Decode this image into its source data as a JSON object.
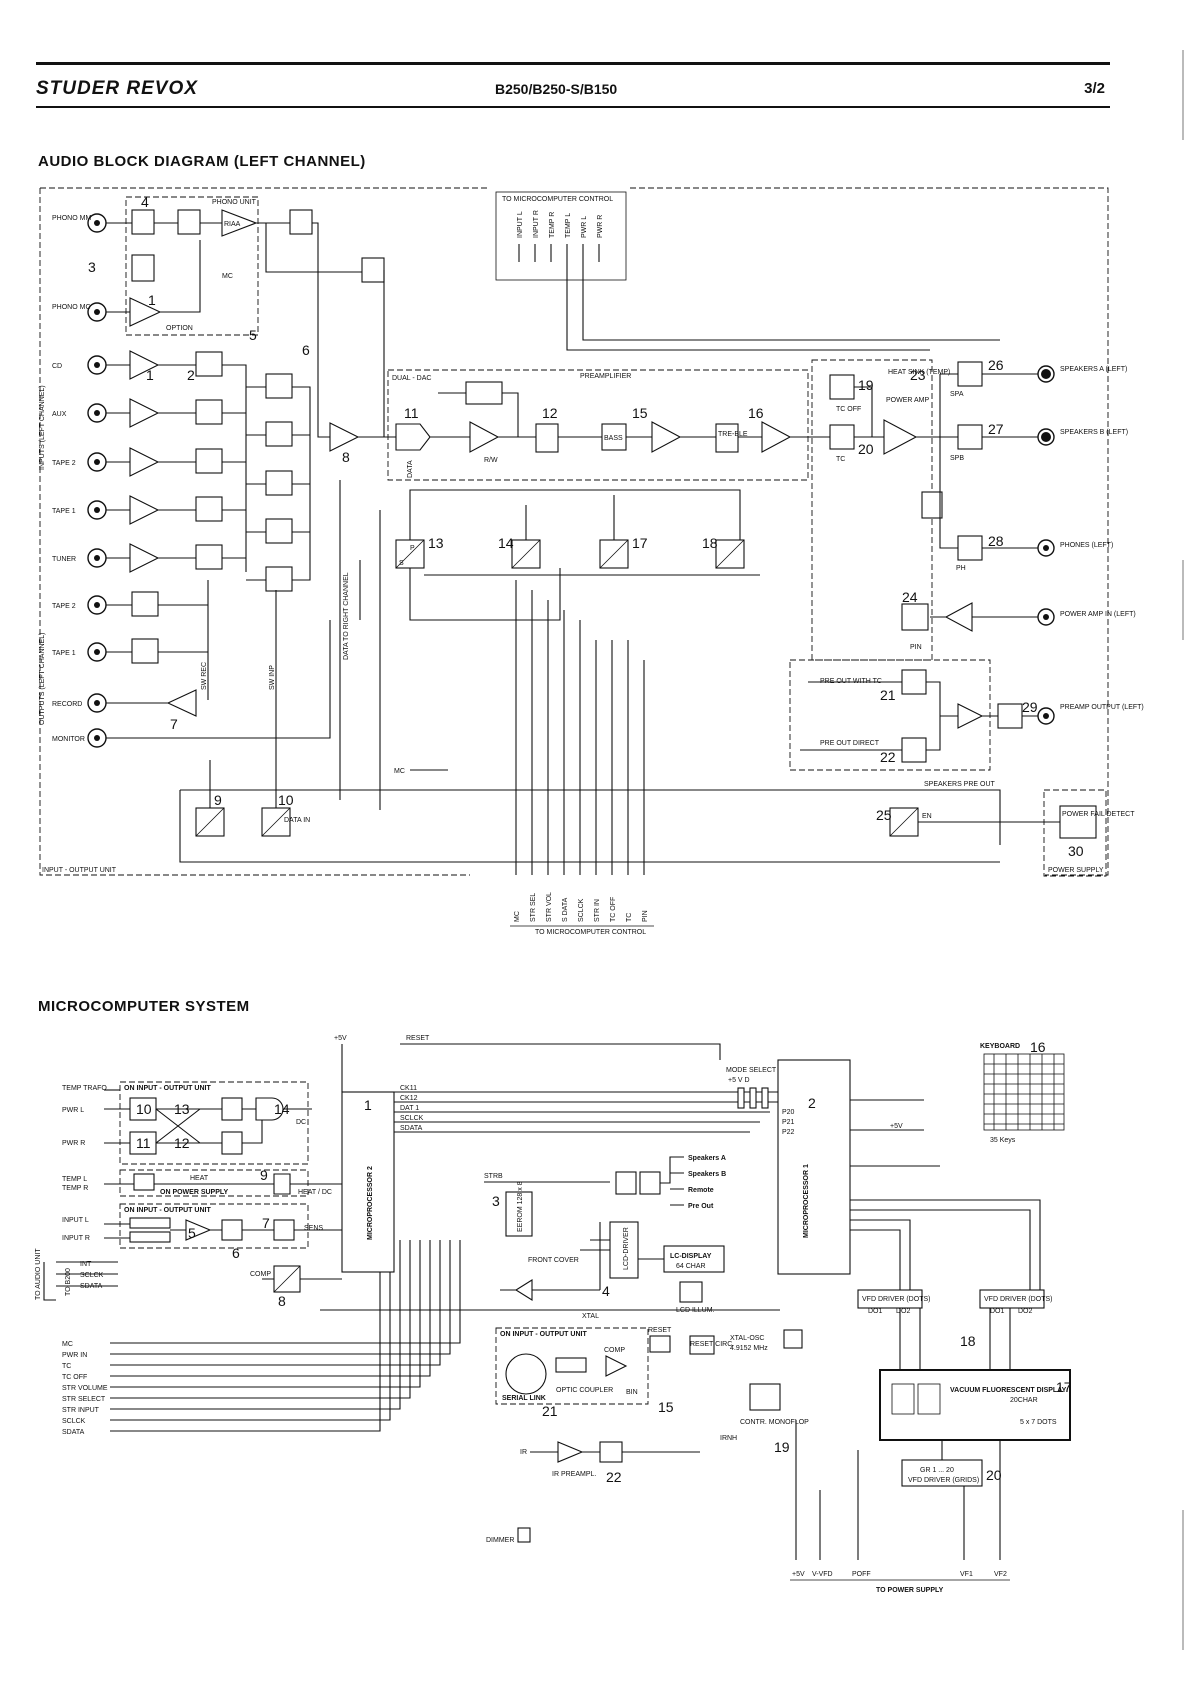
{
  "header": {
    "brand": "STUDER REVOX",
    "model": "B250/B250-S/B150",
    "page": "3/2"
  },
  "audio": {
    "title": "AUDIO BLOCK DIAGRAM (LEFT CHANNEL)",
    "inputs": [
      "PHONO MM",
      "PHONO MC",
      "CD",
      "AUX",
      "TAPE 2",
      "TAPE 1",
      "TUNER"
    ],
    "outputs": [
      "TAPE 2",
      "TAPE 1",
      "RECORD",
      "MONITOR"
    ],
    "inputs_group": "INPUTS (LEFT CHANNEL)",
    "outputs_group": "OUTPUTS (LEFT CHANNEL)",
    "phono_unit": "PHONO UNIT",
    "riaa": "RIAA",
    "mc": "MC",
    "option": "OPTION",
    "dual_dac": "DUAL - DAC",
    "preamplifier": "PREAMPLIFIER",
    "bass": "BASS",
    "treble": "TRE-BLE",
    "data": "DATA",
    "rw": "R/W",
    "heat_sink": "HEAT SINK (TEMP)",
    "power_amp": "POWER AMP",
    "tc_off": "TC OFF",
    "tc": "TC",
    "spa": "SPA",
    "spb": "SPB",
    "ph": "PH",
    "pin": "PIN",
    "speakers_a": "SPEAKERS A (LEFT)",
    "speakers_b": "SPEAKERS B (LEFT)",
    "phones": "PHONES (LEFT)",
    "power_amp_in": "POWER AMP IN (LEFT)",
    "preamp_output": "PREAMP OUTPUT (LEFT)",
    "pre_out_tc": "PRE OUT WITH TC",
    "pre_out_direct": "PRE OUT DIRECT",
    "speakers_pre_out": "SPEAKERS PRE OUT",
    "power_fail": "POWER FAIL DETECT",
    "power_supply": "POWER SUPPLY",
    "io_unit": "INPUT - OUTPUT UNIT",
    "to_micro": "TO MICROCOMPUTER CONTROL",
    "top_signals": [
      "INPUT L",
      "INPUT R",
      "TEMP R",
      "TEMP L",
      "PWR L",
      "PWR R"
    ],
    "bottom_signals": [
      "MC",
      "STR SEL",
      "STR VOL",
      "S DATA",
      "SCLCK",
      "STR IN",
      "TC OFF",
      "TC",
      "PIN"
    ],
    "data_to_right": "DATA TO RIGHT CHANNEL",
    "sw_rec": "SW REC",
    "sw_inp": "SW INP",
    "data_in": "DATA IN",
    "en": "EN",
    "p": "P",
    "s": "S",
    "numbers": [
      "1",
      "2",
      "3",
      "4",
      "5",
      "6",
      "7",
      "8",
      "9",
      "10",
      "11",
      "12",
      "13",
      "14",
      "15",
      "16",
      "17",
      "18",
      "19",
      "20",
      "21",
      "22",
      "23",
      "24",
      "25",
      "26",
      "27",
      "28",
      "29",
      "30"
    ]
  },
  "micro": {
    "title": "MICROCOMPUTER SYSTEM",
    "plus5v": "+5V",
    "reset": "RESET",
    "left_signals": [
      "TEMP TRAFO",
      "PWR L",
      "PWR R",
      "TEMP L",
      "TEMP R",
      "INPUT L",
      "INPUT R",
      "INT",
      "SCLCK",
      "SDATA"
    ],
    "to_b200": "TO B200",
    "to_audio": "TO AUDIO UNIT",
    "bus_left": [
      "MC",
      "PWR IN",
      "TC",
      "TC OFF",
      "STR VOLUME",
      "STR SELECT",
      "STR INPUT",
      "SCLCK",
      "SDATA"
    ],
    "on_io": "ON INPUT - OUTPUT UNIT",
    "on_ps": "ON POWER SUPPLY",
    "heat": "HEAT",
    "heat_dc": "HEAT / DC",
    "dc": "DC",
    "sens": "SENS",
    "comp": "COMP",
    "mp2": "MICROPROCESSOR 2",
    "mp1": "MICROPROCESSOR 1",
    "bus_mp2": [
      "CK11",
      "CK12",
      "DAT 1",
      "SCLCK",
      "SDATA"
    ],
    "strb": "STRB",
    "eeprom": "EEROM 128 x 8",
    "lcd_driver": "LCD-DRIVER",
    "lc_display": "LC-DISPLAY",
    "lc_chars": "64 CHAR",
    "lcd_illum": "LCD ILLUM.",
    "front_cover": "FRONT COVER",
    "xtal": "XTAL",
    "relays": [
      "Speakers A",
      "Speakers B",
      "Remote",
      "Pre Out"
    ],
    "mode_select": "MODE SELECT",
    "plus5vd": "+5 V D",
    "ports": [
      "P20",
      "P21",
      "P22"
    ],
    "keyboard": "KEYBOARD",
    "keys": "35 Keys",
    "plus5v_k": "+5V",
    "reset_circ": "RESET CIRC.",
    "xtal_osc": "XTAL-OSC",
    "xtal_freq": "4.9152 MHz",
    "contr_monoflop": "CONTR. MONOFLOP",
    "vfd_driver_dots": "VFD DRIVER (DOTS)",
    "do1": "DO1",
    "do2": "DO2",
    "vfd": "VACUUM FLUORESCENT DISPLAY",
    "vfd_chars": "20CHAR",
    "dots": "5 x 7 DOTS",
    "grids": "GR 1 ... 20",
    "vfd_grids": "VFD DRIVER (GRIDS)",
    "serial_link": "SERIAL LINK",
    "optic_coupler": "OPTIC COUPLER",
    "bin": "BIN",
    "irnh": "IRNH",
    "ir": "IR",
    "ir_preampl": "IR PREAMPL.",
    "dimmer": "DIMMER",
    "bottom_rails": [
      "+5V",
      "V-VFD",
      "POFF",
      "VF1",
      "VF2"
    ],
    "to_power_supply": "TO POWER SUPPLY",
    "numbers": [
      "1",
      "2",
      "3",
      "4",
      "5",
      "6",
      "7",
      "8",
      "9",
      "10",
      "11",
      "12",
      "13",
      "14",
      "15",
      "16",
      "17",
      "18",
      "19",
      "20",
      "21",
      "22"
    ]
  }
}
